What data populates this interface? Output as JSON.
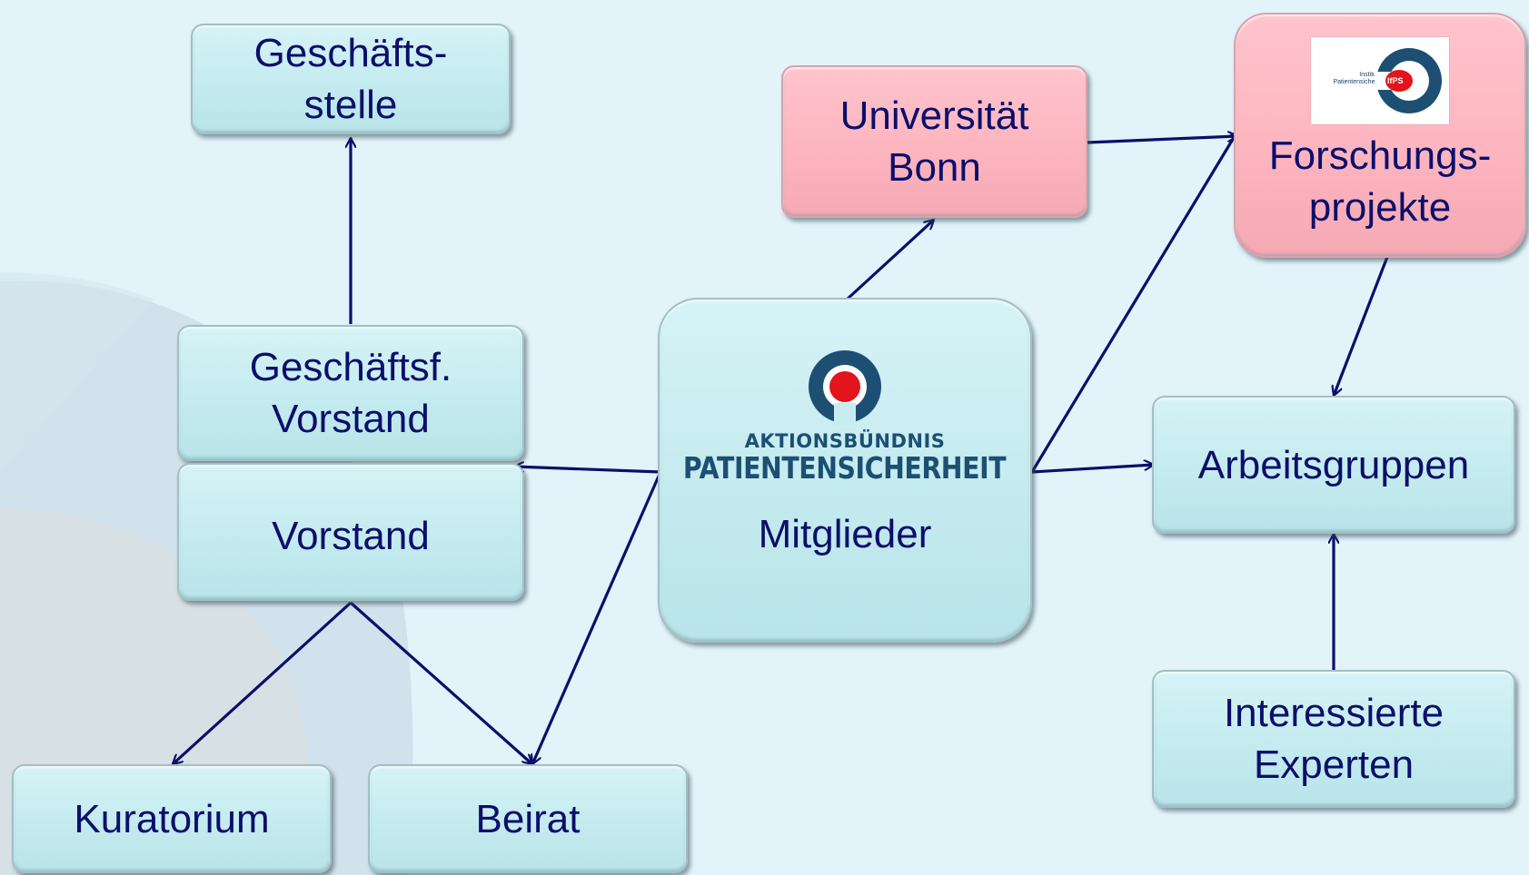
{
  "nodes": {
    "geschaeftsstelle": {
      "line1": "Geschäfts-",
      "line2": "stelle"
    },
    "geschaeftsf_vorstand": {
      "line1": "Geschäftsf.",
      "line2": "Vorstand"
    },
    "vorstand": {
      "label": "Vorstand"
    },
    "kuratorium": {
      "label": "Kuratorium"
    },
    "beirat": {
      "label": "Beirat"
    },
    "mitglieder": {
      "label": "Mitglieder",
      "logo_line1": "AKTIONSBÜNDNIS",
      "logo_line2": "PATIENTENSICHERHEIT"
    },
    "universitaet_bonn": {
      "line1": "Universität",
      "line2": "Bonn"
    },
    "forschungsprojekte": {
      "line1": "Forschungs-",
      "line2": "projekte",
      "logo_text": "Institut für Patientensicherheit",
      "logo_abbr": "IfPS"
    },
    "arbeitsgruppen": {
      "label": "Arbeitsgruppen"
    },
    "interessierte_experten": {
      "line1": "Interessierte",
      "line2": "Experten"
    }
  },
  "colors": {
    "node_fill": "#c6ecef",
    "node_fill_highlight": "#fdb5bf",
    "text": "#0b0f6b",
    "arrow": "#0b0f6b",
    "background": "#e2f3fa",
    "logo_blue": "#1d4f73",
    "logo_red": "#e3141c"
  },
  "icons": {
    "mitglieder_logo": "aktionsbuendnis-patientensicherheit-logo",
    "forschung_logo": "institut-fuer-patientensicherheit-logo"
  },
  "edges": [
    {
      "from": "geschaeftsf_vorstand",
      "to": "geschaeftsstelle"
    },
    {
      "from": "mitglieder",
      "to": "geschaeftsf_vorstand"
    },
    {
      "from": "mitglieder",
      "to": "beirat"
    },
    {
      "from": "vorstand",
      "to": "kuratorium"
    },
    {
      "from": "vorstand",
      "to": "beirat"
    },
    {
      "from": "mitglieder",
      "to": "universitaet_bonn"
    },
    {
      "from": "mitglieder",
      "to": "forschungsprojekte"
    },
    {
      "from": "mitglieder",
      "to": "arbeitsgruppen"
    },
    {
      "from": "universitaet_bonn",
      "to": "forschungsprojekte"
    },
    {
      "from": "forschungsprojekte",
      "to": "arbeitsgruppen"
    },
    {
      "from": "interessierte_experten",
      "to": "arbeitsgruppen"
    }
  ]
}
